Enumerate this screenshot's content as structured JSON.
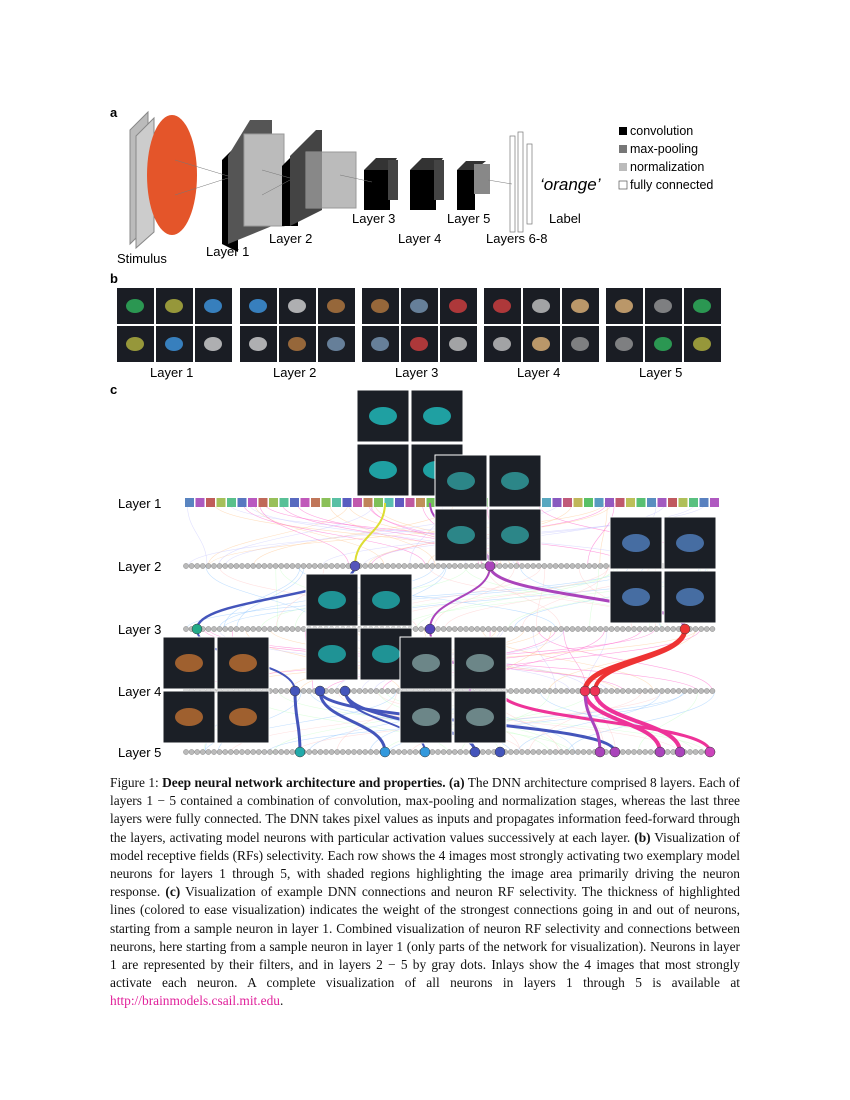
{
  "panel_a": {
    "label": "a",
    "stimulus": "Stimulus",
    "layers": [
      "Layer 1",
      "Layer 2",
      "Layer 3",
      "Layer 4",
      "Layer 5",
      "Layers 6-8"
    ],
    "output_word": "‘orange’",
    "output_label": "Label",
    "legend": [
      "convolution",
      "max-pooling",
      "normalization",
      "fully connected"
    ],
    "legend_colors": [
      "#000000",
      "#777777",
      "#bbbbbb",
      "#ffffff"
    ]
  },
  "panel_b": {
    "label": "b",
    "layers": [
      "Layer 1",
      "Layer 2",
      "Layer 3",
      "Layer 4",
      "Layer 5"
    ]
  },
  "panel_c": {
    "label": "c",
    "rows": [
      "Layer 1",
      "Layer 2",
      "Layer 3",
      "Layer 4",
      "Layer 5"
    ]
  },
  "caption": {
    "prefix": "Figure 1: ",
    "title": "Deep neural network architecture and properties.",
    "a_tag": "(a)",
    "a_text": " The DNN architecture comprised 8 layers. Each of layers 1 − 5 contained a combination of convolution, max-pooling and normalization stages, whereas the last three layers were fully connected. The DNN takes pixel values as inputs and propagates information feed-forward through the layers, activating model neurons with particular activation values successively at each layer. ",
    "b_tag": "(b)",
    "b_text": " Visualization of model receptive fields (RFs) selectivity. Each row shows the 4 images most strongly activating two exemplary model neurons for layers 1 through 5, with shaded regions highlighting the image area primarily driving the neuron response. ",
    "c_tag": "(c)",
    "c_text": " Visualization of example DNN connections and neuron RF selectivity. The thickness of highlighted lines (colored to ease visualization) indicates the weight of the strongest connections going in and out of neurons, starting from a sample neuron in layer 1. Combined visualization of neuron RF selectivity and connections between neurons, here starting from a sample neuron in layer 1 (only parts of the network for visualization). Neurons in layer 1 are represented by their filters, and in layers 2 − 5 by gray dots. Inlays show the 4 images that most strongly activate each neuron. A complete visualization of all neurons in layers 1 through 5 is available at ",
    "link": "http://brainmodels.csail.mit.edu",
    "end": "."
  }
}
